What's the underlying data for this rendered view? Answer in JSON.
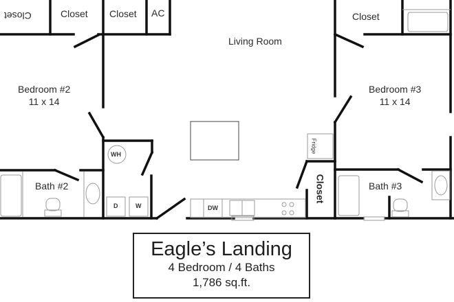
{
  "plan": {
    "rooms": {
      "closet_mirrored": "Closet",
      "closet_1": "Closet",
      "closet_2": "Closet",
      "ac": "AC",
      "living_room": "Living Room",
      "bedroom2_name": "Bedroom #2",
      "bedroom2_size": "11 x 14",
      "bedroom3_name": "Bedroom #3",
      "bedroom3_size": "11 x 14",
      "closet_right": "Closet",
      "bath2": "Bath #2",
      "bath3": "Bath #3",
      "closet_kitchen": "Closet"
    },
    "appliances": {
      "water_heater": "WH",
      "dryer": "D",
      "washer": "W",
      "dishwasher": "DW",
      "fridge": "Fridge"
    }
  },
  "info_box": {
    "name": "Eagle’s Landing",
    "layout": "4 Bedroom / 4 Baths",
    "area": "1,786 sq.ft."
  },
  "colors": {
    "wall": "#111111",
    "fixture": "#9a9a9a",
    "text": "#2a2a2a",
    "background": "#ffffff"
  }
}
